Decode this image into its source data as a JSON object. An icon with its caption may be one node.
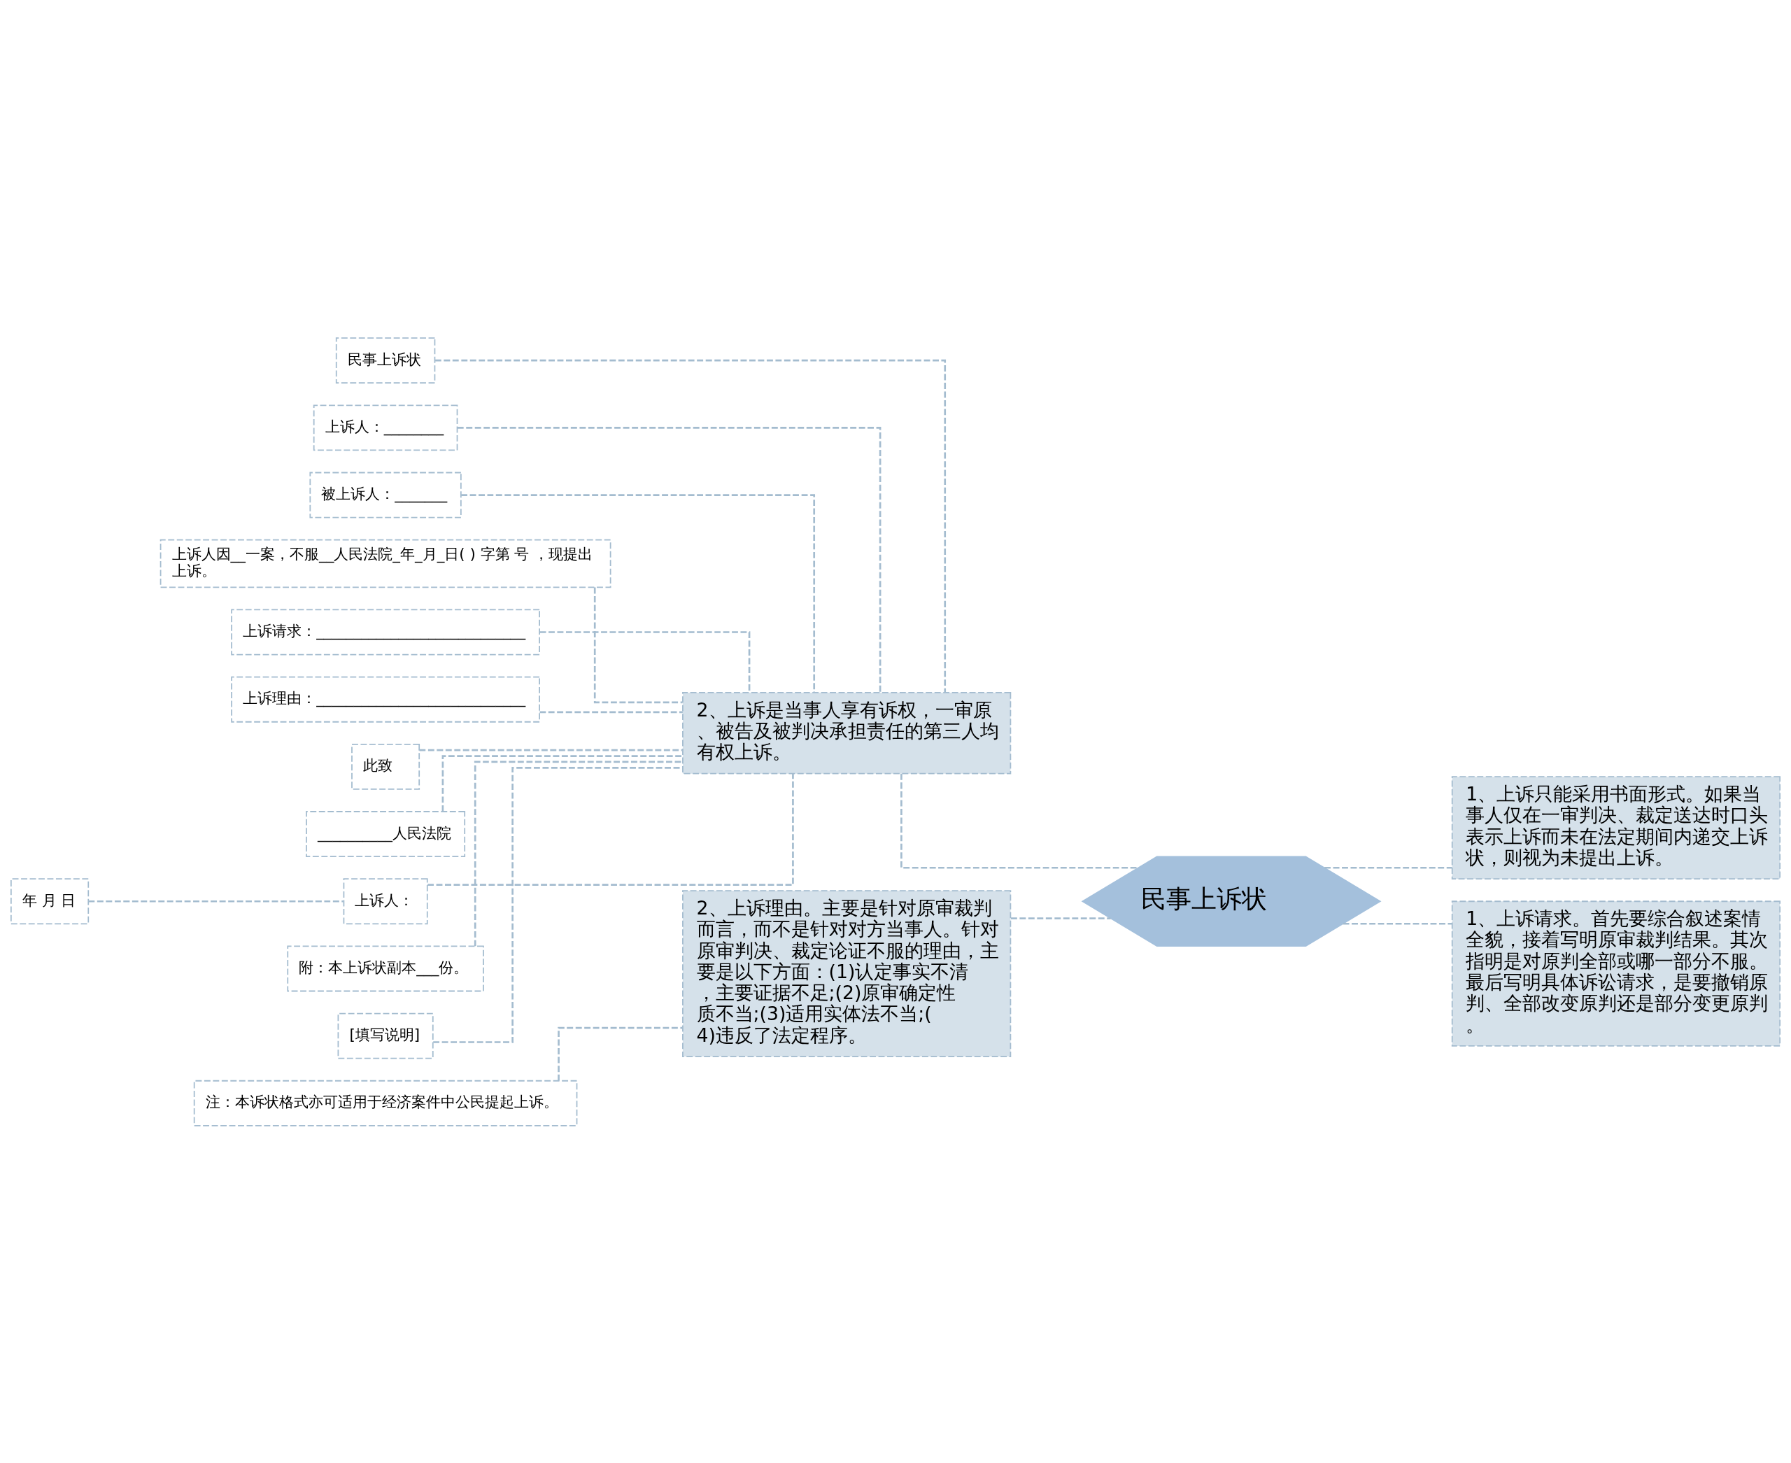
{
  "diagram": {
    "nodes": [
      {
        "text": [
          "民事上诉状"
        ]
      },
      {
        "text": [
          "2、上诉是当事人享有诉权，一审原、被告及被判决承担责任的第三人均有权上诉。"
        ]
      },
      {
        "text": [
          "民事上诉状"
        ]
      },
      {
        "text": [
          "上诉人：________"
        ]
      },
      {
        "text": [
          "被上诉人：_______"
        ]
      },
      {
        "text": [
          "上诉人因__一案，不服__人民法院_年_月_日( ) 字第 号 ，现提出上诉。"
        ]
      },
      {
        "text": [
          "上诉请求：____________________________"
        ]
      },
      {
        "text": [
          "上诉理由：____________________________"
        ]
      },
      {
        "text": [
          "此致"
        ]
      },
      {
        "text": [
          "__________人民法院"
        ]
      },
      {
        "text": [
          "上诉人："
        ]
      },
      {
        "text": [
          "附：本上诉状副本___份。"
        ]
      },
      {
        "text": [
          "[填写说明]"
        ]
      },
      {
        "text": [
          "年 月 日"
        ]
      },
      {
        "text": [
          "2、上诉理由。主要是针对原审裁判而言，而不是针对对方当事人。针对原审判决、裁定论证不服的理由，主要是以下方面：(1)认定事实不清，主要证据不足;(2)原审确定性质不当;(3)适用实体法不当;(4)违反了法定程序。"
        ]
      },
      {
        "text": [
          "注：本诉状格式亦可适用于经济案件中公民提起上诉。"
        ]
      },
      {
        "text": [
          "1、上诉只能采用书面形式。如果当事人仅在一审判决、裁定送达时口头表示上诉而未在法定期间内递交上诉状，则视为未提出上诉。"
        ]
      },
      {
        "text": [
          "1、上诉请求。首先要综合叙述案情全貌，接着写明原审裁判结果。其次指明是对原判全部或哪一部分不服。最后写明具体诉讼请求，是要撤销原判、全部改变原判还是部分变更原判。"
        ]
      }
    ],
    "edges": [
      {
        "from": 0,
        "to": 1,
        "arrow": "none"
      },
      {
        "from": 1,
        "to": 2,
        "arrow": "none"
      },
      {
        "from": 1,
        "to": 3,
        "arrow": "none"
      },
      {
        "from": 1,
        "to": 4,
        "arrow": "none"
      },
      {
        "from": 1,
        "to": 5,
        "arrow": "none"
      },
      {
        "from": 1,
        "to": 6,
        "arrow": "none"
      },
      {
        "from": 1,
        "to": 7,
        "arrow": "none"
      },
      {
        "from": 1,
        "to": 8,
        "arrow": "none"
      },
      {
        "from": 1,
        "to": 9,
        "arrow": "none"
      },
      {
        "from": 1,
        "to": 10,
        "arrow": "none"
      },
      {
        "from": 10,
        "to": 13,
        "arrow": "none"
      },
      {
        "from": 1,
        "to": 11,
        "arrow": "none"
      },
      {
        "from": 1,
        "to": 12,
        "arrow": "none"
      },
      {
        "from": 0,
        "to": 14,
        "arrow": "none"
      },
      {
        "from": 14,
        "to": 15,
        "arrow": "none"
      },
      {
        "from": 0,
        "to": 16,
        "arrow": "none"
      },
      {
        "from": 0,
        "to": 17,
        "arrow": "none"
      }
    ]
  }
}
